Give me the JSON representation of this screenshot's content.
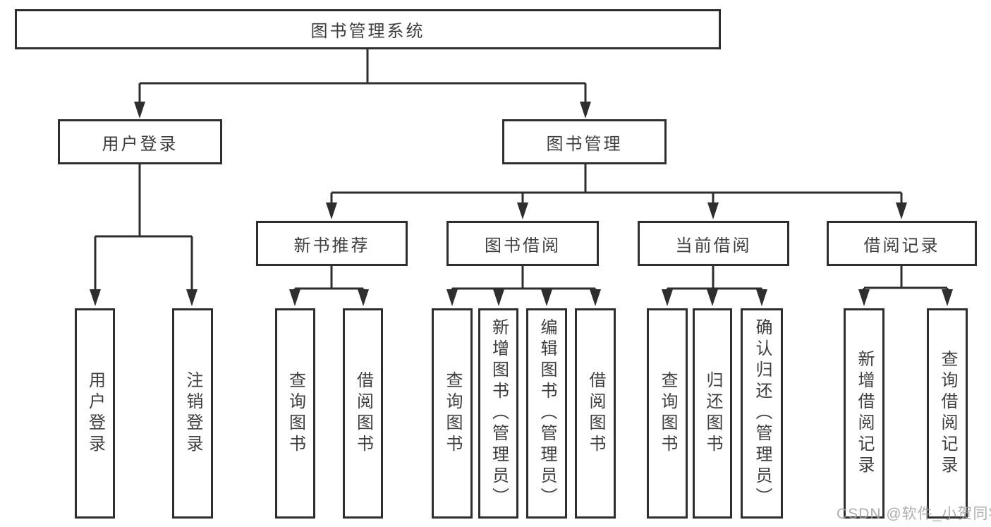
{
  "diagram": {
    "type": "hierarchy-tree",
    "colors": {
      "background": "#ffffff",
      "box_border": "#2e2e2e",
      "box_fill": "#ffffff",
      "text": "#3e3e3e",
      "connector": "#2e2e2e",
      "watermark": "#a0a0a0"
    },
    "watermark": {
      "text": "CSDN @软件_小贺同学"
    },
    "tree": {
      "root": {
        "label": "图书管理系统",
        "children": [
          {
            "label": "用户登录",
            "children": [
              {
                "label": "用户登录"
              },
              {
                "label": "注销登录"
              }
            ]
          },
          {
            "label": "图书管理",
            "children": [
              {
                "label": "新书推荐",
                "children": [
                  {
                    "label": "查询图书"
                  },
                  {
                    "label": "借阅图书"
                  }
                ]
              },
              {
                "label": "图书借阅",
                "children": [
                  {
                    "label": "查询图书"
                  },
                  {
                    "label": "新增图书（管理员）"
                  },
                  {
                    "label": "编辑图书（管理员）"
                  },
                  {
                    "label": "借阅图书"
                  }
                ]
              },
              {
                "label": "当前借阅",
                "children": [
                  {
                    "label": "查询图书"
                  },
                  {
                    "label": "归还图书"
                  },
                  {
                    "label": "确认归还（管理员）"
                  }
                ]
              },
              {
                "label": "借阅记录",
                "children": [
                  {
                    "label": "新增借阅记录"
                  },
                  {
                    "label": "查询借阅记录"
                  }
                ]
              }
            ]
          }
        ]
      }
    }
  }
}
